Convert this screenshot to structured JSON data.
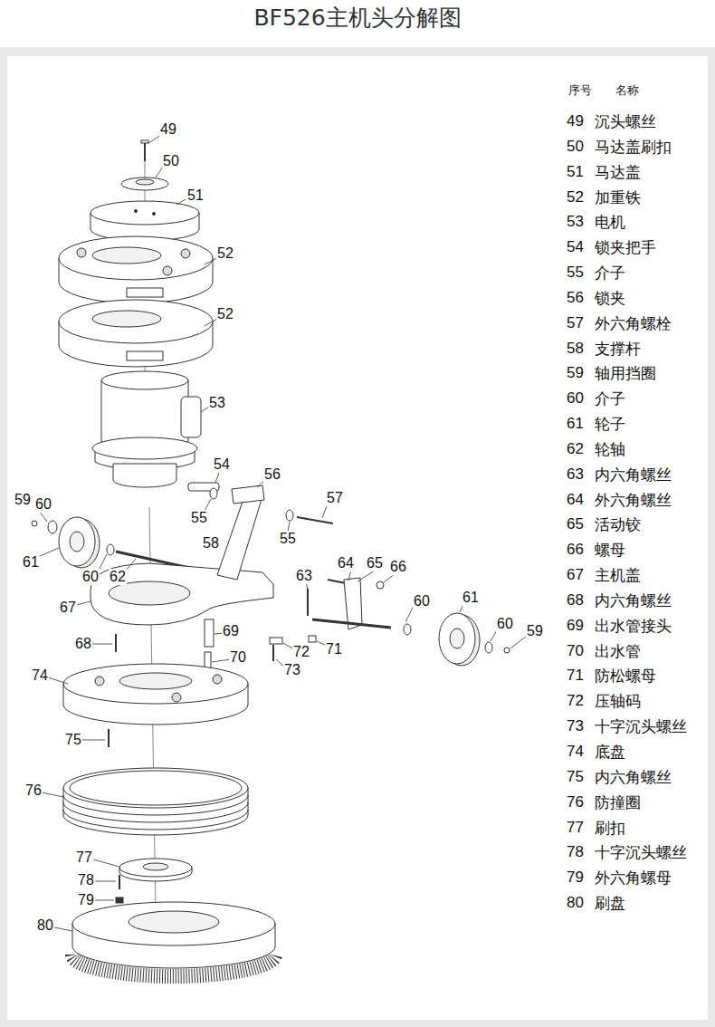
{
  "diagram": {
    "title": "BF526主机头分解图",
    "labels": [
      "序号",
      "名称",
      "49",
      "沉头螺丝",
      "50",
      "马达盖刷扣",
      "51",
      "马达盖",
      "52",
      "加重铁",
      "53",
      "电机",
      "54",
      "锁夹把手",
      "55",
      "介子",
      "56",
      "锁夹",
      "57",
      "外六角螺栓",
      "58",
      "支撑杆",
      "59",
      "轴用挡圈",
      "60",
      "介子",
      "61",
      "轮子",
      "62",
      "轮轴",
      "63",
      "内六角螺丝",
      "64",
      "外六角螺丝",
      "65",
      "活动铰",
      "66",
      "螺母",
      "67",
      "主机盖",
      "68",
      "内六角螺丝",
      "69",
      "出水管接头",
      "70",
      "出水管",
      "71",
      "防松螺母",
      "72",
      "压轴码",
      "73",
      "十字沉头螺丝",
      "74",
      "底盘",
      "75",
      "内六角螺丝",
      "76",
      "防撞圈",
      "77",
      "刷扣",
      "78",
      "十字沉头螺丝",
      "79",
      "外六角螺母",
      "80",
      "刷盘",
      "49",
      "50",
      "51",
      "52",
      "52",
      "53",
      "54",
      "56",
      "57",
      "55",
      "55",
      "58",
      "59",
      "60",
      "61",
      "60",
      "62",
      "64",
      "65",
      "66",
      "63",
      "60",
      "61",
      "60",
      "59",
      "67",
      "69",
      "68",
      "72",
      "71",
      "70",
      "73",
      "74",
      "75",
      "76",
      "77",
      "78",
      "79",
      "80"
    ]
  }
}
